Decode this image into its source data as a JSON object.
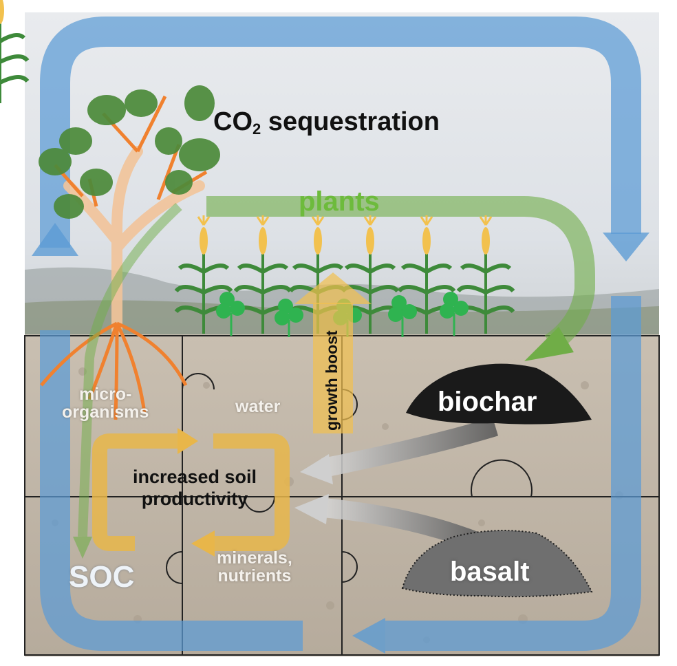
{
  "title": {
    "main": "CO",
    "subscript": "2",
    "rest": " sequestration"
  },
  "labels": {
    "plants": "plants",
    "biochar": "biochar",
    "basalt": "basalt",
    "soc": "SOC",
    "microorganisms_line1": "micro-",
    "microorganisms_line2": "organisms",
    "water": "water",
    "minerals_line1": "minerals,",
    "minerals_line2": "nutrients",
    "growth_boost": "growth boost",
    "center_line1": "increased soil",
    "center_line2": "productivity"
  },
  "colors": {
    "cycle_arrow": "#5b9bd5",
    "plants_arrow": "#70ad47",
    "growth_arrow": "#f2c14e",
    "center_loop": "#e8b64a",
    "biochar": "#1a1a1a",
    "basalt": "#6f6f6f",
    "gray_arrow": "#8c8c8c",
    "sky": "#e3e6ea",
    "soil": "#bdb2a3"
  },
  "icons": [
    "tree-icon",
    "corn-plant-icon",
    "clover-icon",
    "biochar-pile-icon",
    "basalt-pile-icon",
    "puzzle-grid-icon"
  ]
}
